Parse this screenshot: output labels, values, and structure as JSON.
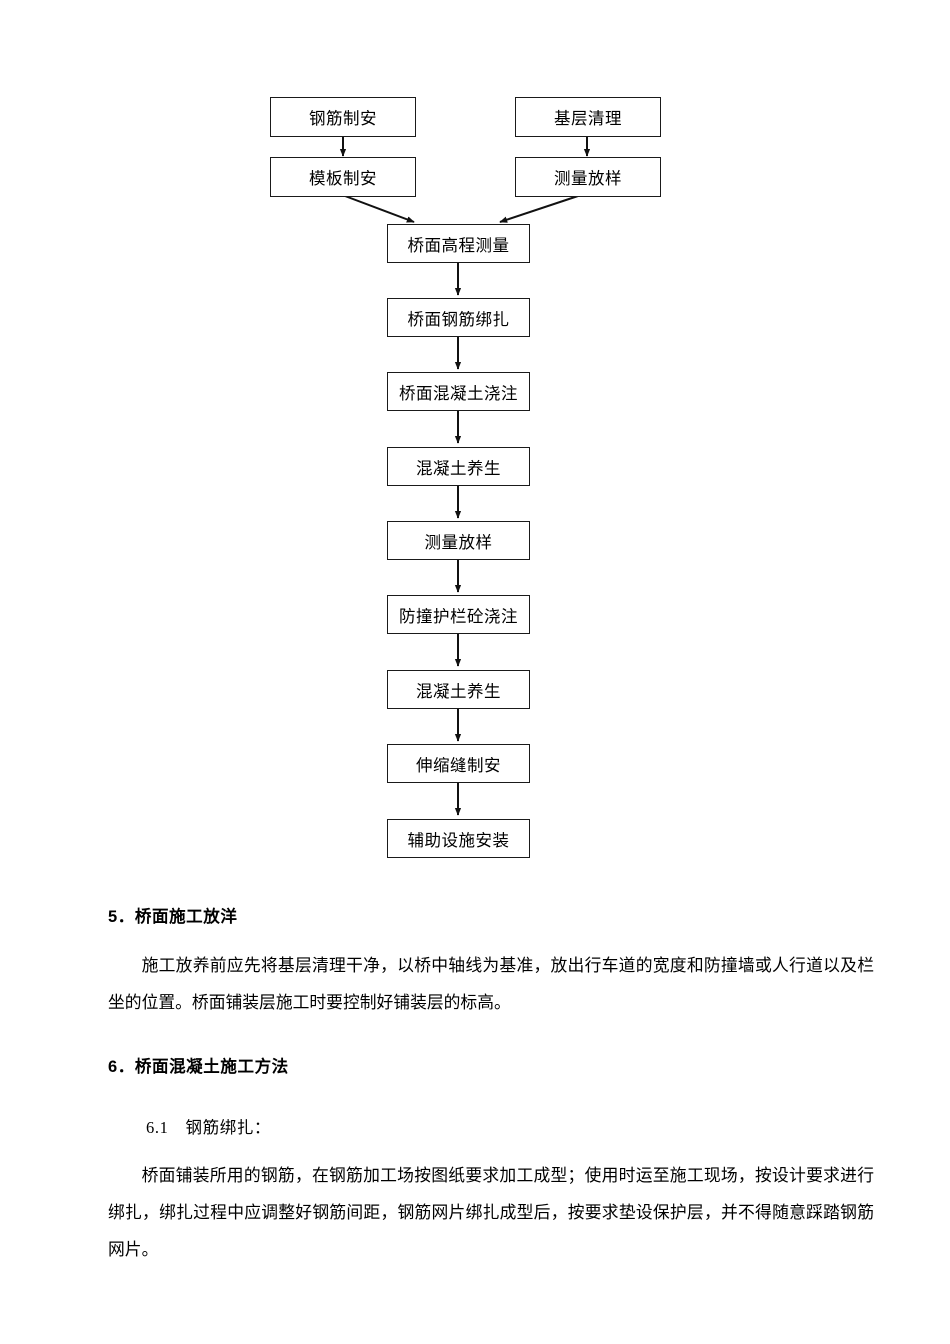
{
  "document": {
    "flowchart": {
      "name": "bridge-deck-construction-flow",
      "top_nodes": [
        {
          "id": "steel-fabrication",
          "label": "钢筋制安"
        },
        {
          "id": "base-cleaning",
          "label": "基层清理"
        },
        {
          "id": "formwork-fabrication",
          "label": "模板制安"
        },
        {
          "id": "survey-setout-top",
          "label": "测量放样"
        }
      ],
      "main_chain": [
        {
          "id": "deck-elevation-survey",
          "label": "桥面高程测量"
        },
        {
          "id": "deck-rebar-tying",
          "label": "桥面钢筋绑扎"
        },
        {
          "id": "deck-concrete-pouring",
          "label": "桥面混凝土浇注"
        },
        {
          "id": "concrete-curing-1",
          "label": "混凝土养生"
        },
        {
          "id": "survey-setout-mid",
          "label": "测量放样"
        },
        {
          "id": "barrier-concrete-pouring",
          "label": "防撞护栏砼浇注"
        },
        {
          "id": "concrete-curing-2",
          "label": "混凝土养生"
        },
        {
          "id": "expansion-joint-install",
          "label": "伸缩缝制安"
        },
        {
          "id": "auxiliary-facility-install",
          "label": "辅助设施安装"
        }
      ]
    },
    "sections": [
      {
        "id": "section-5",
        "heading": "5．桥面施工放洋",
        "body": "施工放养前应先将基层清理干净，以桥中轴线为基准，放出行车道的宽度和防撞墙或人行道以及栏坐的位置。桥面铺装层施工时要控制好铺装层的标高。"
      },
      {
        "id": "section-6",
        "heading": "6．桥面混凝土施工方法",
        "subheading": "6.1　钢筋绑扎：",
        "body": "桥面铺装所用的钢筋，在钢筋加工场按图纸要求加工成型；使用时运至施工现场，按设计要求进行绑扎，绑扎过程中应调整好钢筋间距，钢筋网片绑扎成型后，按要求垫设保护层，并不得随意踩踏钢筋网片。"
      }
    ],
    "colors": {
      "ink": "#000000",
      "box_border": "#1a1a1a",
      "page_background": "#ffffff"
    }
  }
}
